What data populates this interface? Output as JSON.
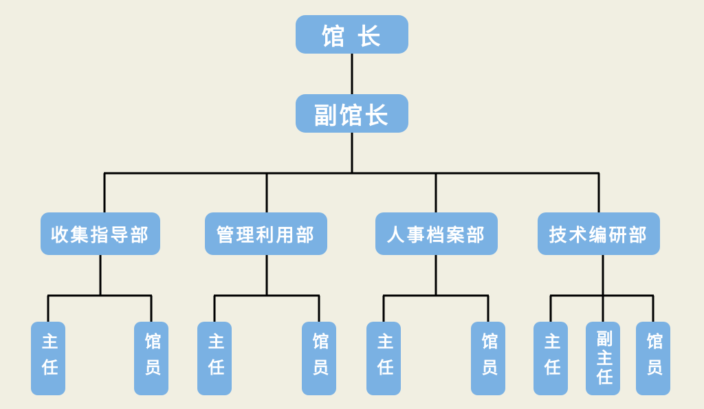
{
  "root": {
    "label": "馆 长"
  },
  "deputy": {
    "label": "副馆长"
  },
  "departments": [
    {
      "label": "收集指导部",
      "staff": [
        "主任",
        "馆员"
      ]
    },
    {
      "label": "管理利用部",
      "staff": [
        "主任",
        "馆员"
      ]
    },
    {
      "label": "人事档案部",
      "staff": [
        "主任",
        "馆员"
      ]
    },
    {
      "label": "技术编研部",
      "staff": [
        "主任",
        "副主任",
        "馆员"
      ]
    }
  ],
  "colors": {
    "node_fill": "#7ab1e3",
    "node_text": "#ffffff",
    "line": "#000000",
    "background": "#f1efe2"
  }
}
